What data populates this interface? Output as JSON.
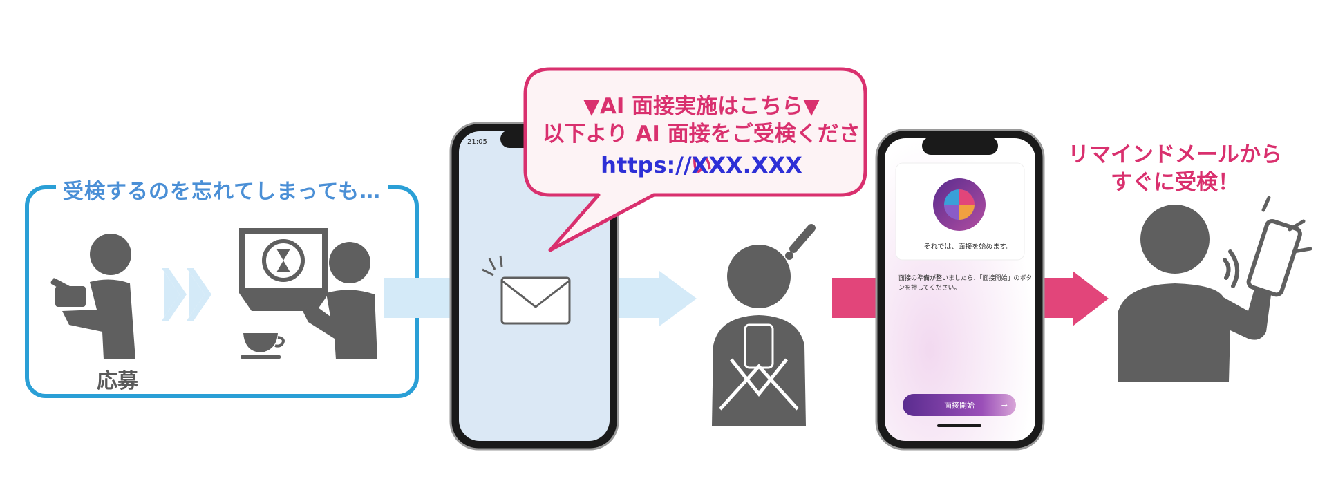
{
  "left_panel": {
    "title": "受検するのを忘れてしまっても…",
    "apply_label": "応募"
  },
  "bubble": {
    "line1": "▼AI 面接実施はこちら▼",
    "line2": "以下より AI 面接をご受検ください",
    "url": "https://XXX.XXX"
  },
  "phone1": {
    "time": "21:05"
  },
  "phone2": {
    "card_message": "それでは、面接を始めます。",
    "prep_message": "面接の準備が整いましたら、「面接開始」のボタンを押してください。",
    "start_button": "面接開始",
    "start_arrow": "→"
  },
  "reminder": {
    "line1": "リマインドメールから",
    "line2": "すぐに受検！"
  },
  "colors": {
    "blue_frame": "#2a9fd6",
    "blue_text": "#4a8fd6",
    "pink": "#d9306e",
    "pink_arrow": "#e2457a",
    "light_blue_arrow": "#d4eaf8",
    "gray": "#5f5f5f"
  }
}
